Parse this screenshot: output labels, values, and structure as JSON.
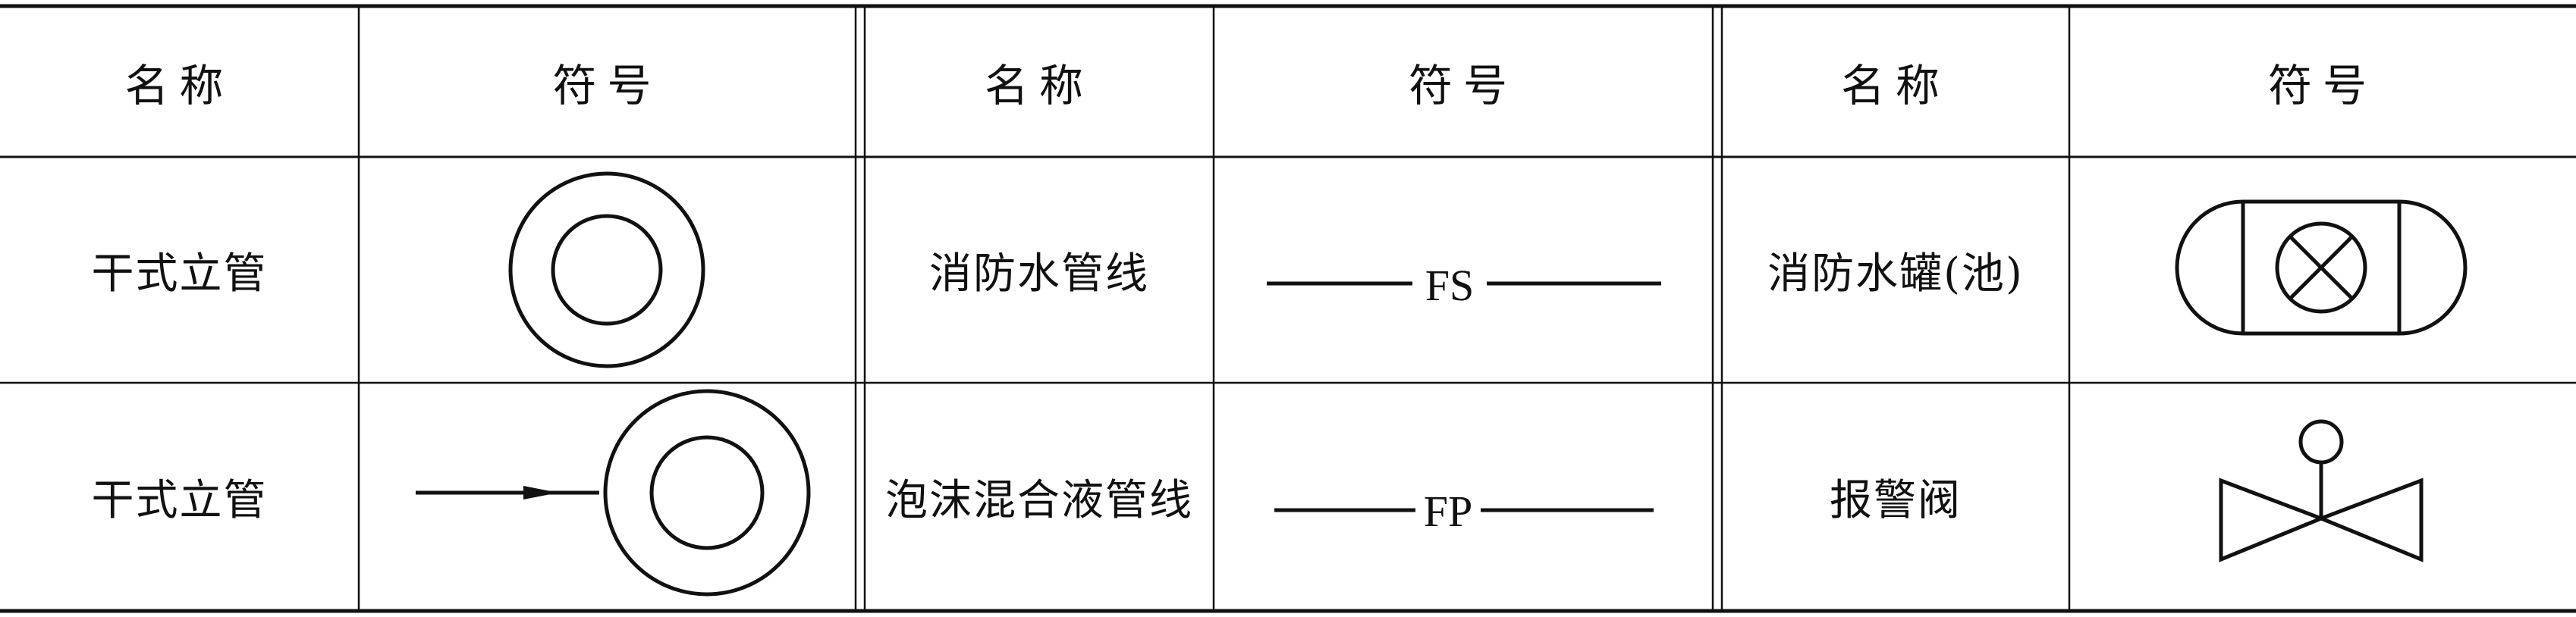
{
  "table": {
    "headers": [
      "名称",
      "符号",
      "名称",
      "符号",
      "名称",
      "符号"
    ],
    "rows": [
      [
        {
          "name": "干式立管",
          "symbol": "double-circle-icon"
        },
        {
          "name": "消防水管线",
          "symbol": "fs-line-icon",
          "symbol_text": "FS"
        },
        {
          "name": "消防水罐(池)",
          "symbol": "water-tank-icon"
        }
      ],
      [
        {
          "name": "干式立管",
          "symbol": "riser-with-arrow-icon"
        },
        {
          "name": "泡沫混合液管线",
          "symbol": "fp-line-icon",
          "symbol_text": "FP"
        },
        {
          "name": "报警阀",
          "symbol": "alarm-valve-icon"
        }
      ]
    ]
  },
  "colors": {
    "line": "#111111",
    "background": "#ffffff"
  }
}
